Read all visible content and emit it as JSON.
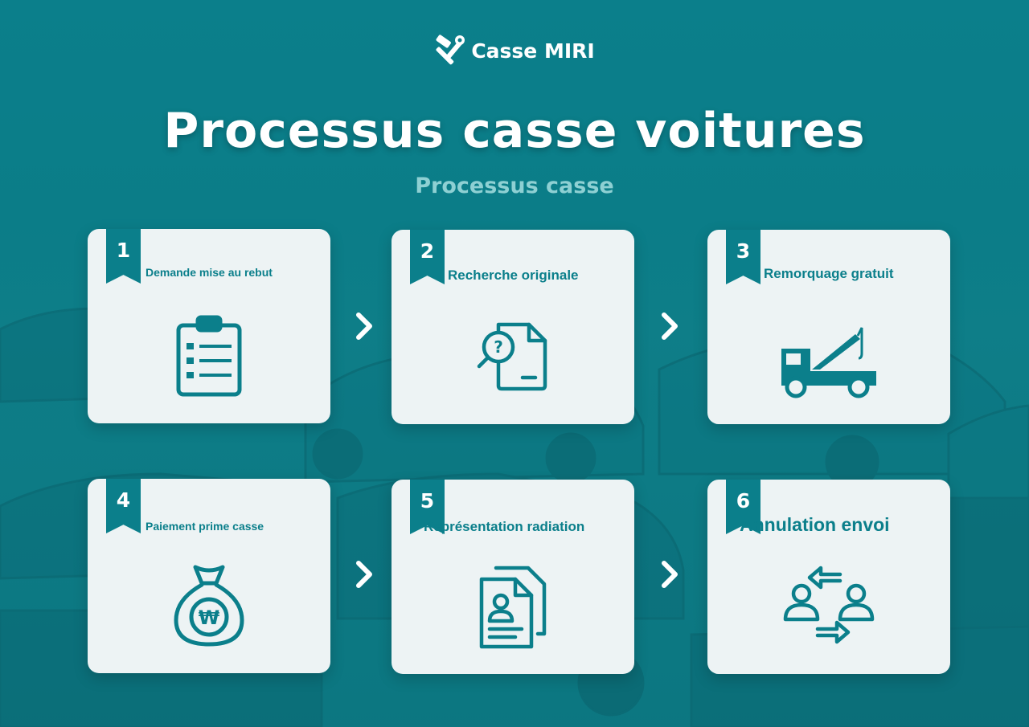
{
  "brand": {
    "name": "Casse MIRI",
    "icon": "tools-icon"
  },
  "title": "Processus casse voitures",
  "subtitle": "Processus casse",
  "accent_color": "#0b7f8b",
  "card_background": "#edf3f4",
  "steps": [
    {
      "number": "1",
      "label": "Demande mise au rebut",
      "icon": "clipboard-icon"
    },
    {
      "number": "2",
      "label": "Recherche originale",
      "icon": "document-search-icon"
    },
    {
      "number": "3",
      "label": "Remorquage gratuit",
      "icon": "tow-truck-icon"
    },
    {
      "number": "4",
      "label": "Paiement prime casse",
      "icon": "money-bag-icon"
    },
    {
      "number": "5",
      "label": "Représentation radiation",
      "icon": "documents-id-icon"
    },
    {
      "number": "6",
      "label": "Annulation envoi",
      "icon": "people-exchange-icon"
    }
  ]
}
